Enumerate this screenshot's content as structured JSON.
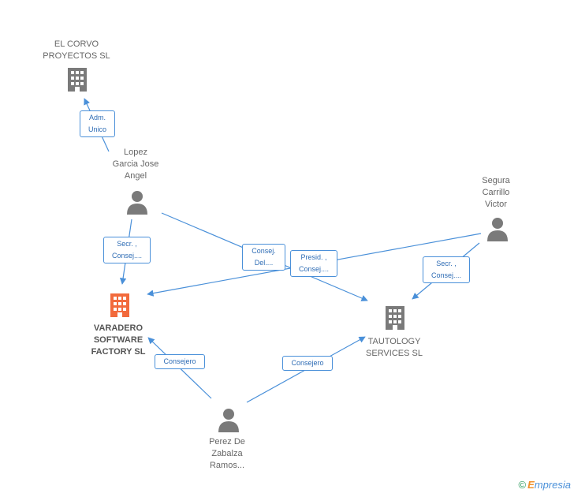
{
  "nodes": {
    "el_corvo": {
      "label": "EL CORVO\nPROYECTOS SL",
      "type": "company"
    },
    "lopez": {
      "label": "Lopez\nGarcia Jose\nAngel",
      "type": "person"
    },
    "segura": {
      "label": "Segura\nCarrillo\nVictor",
      "type": "person"
    },
    "varadero": {
      "label": "VARADERO\nSOFTWARE\nFACTORY SL",
      "type": "company-main"
    },
    "tautology": {
      "label": "TAUTOLOGY\nSERVICES SL",
      "type": "company"
    },
    "perez": {
      "label": "Perez De\nZabalza\nRamos...",
      "type": "person"
    }
  },
  "edges": {
    "adm_unico": {
      "label": "Adm.\nUnico"
    },
    "lopez_secr": {
      "label": "Secr. ,\nConsej...."
    },
    "consej_del": {
      "label": "Consej.\nDel...."
    },
    "presid": {
      "label": "Presid. ,\nConsej...."
    },
    "segura_secr": {
      "label": "Secr. ,\nConsej...."
    },
    "perez_varadero": {
      "label": "Consejero"
    },
    "perez_tautology": {
      "label": "Consejero"
    }
  },
  "colors": {
    "edge": "#4a90d9",
    "icon_default": "#7a7a7a",
    "icon_main": "#f26a3c"
  },
  "footer": {
    "copyright": "©",
    "brand_first": "E",
    "brand_rest": "mpresia"
  }
}
